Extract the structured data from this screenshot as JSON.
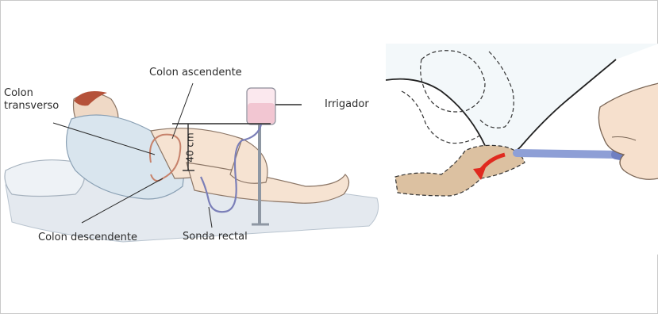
{
  "labels": {
    "colon_transverso": "Colon transverso",
    "colon_ascendente": "Colon ascendente",
    "irrigador": "Irrigador",
    "distance": "40 cm",
    "colon_descendente": "Colon descendente",
    "sonda_rectal": "Sonda rectal"
  },
  "colors": {
    "line": "#2b2b2b",
    "bag_fluid": "#f2c6d2",
    "tube": "#7b7fb8",
    "skin": "#f6e3d2",
    "gown": "#d9e5ee",
    "bed": "#e4e9ef",
    "colon": "#dcc1a1",
    "arrow": "#e02a1f",
    "catheter": "#8e9fd6",
    "background_right": "#f3f8fa"
  },
  "icons": {
    "arrow": "red-curved-arrow-icon"
  }
}
